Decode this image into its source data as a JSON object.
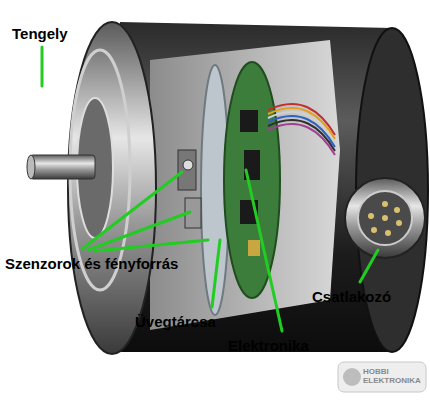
{
  "diagram": {
    "labels": [
      "Tengely",
      "Szenzorok és fényforrás",
      "Üvegtárcsa",
      "Elektronika",
      "Csatlakozó",
      "HOBBI ELEKTRONIKA"
    ]
  }
}
